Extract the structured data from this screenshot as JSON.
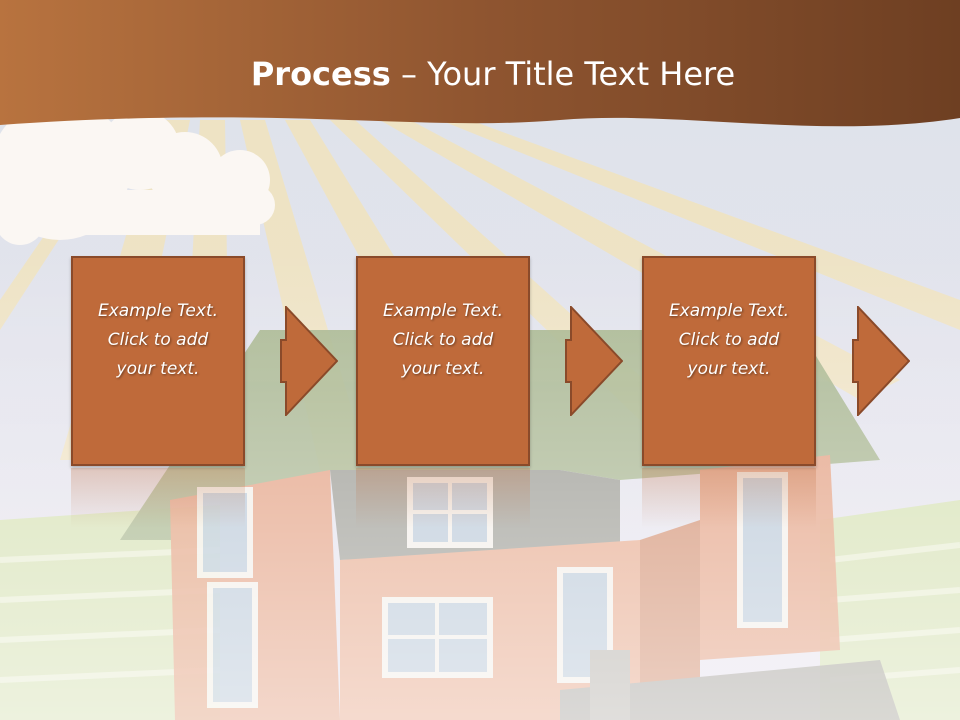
{
  "slide": {
    "title_bold": "Process",
    "title_rest": " – Your Title Text Here",
    "steps": [
      {
        "text": "Example Text.\nClick  to add\nyour text."
      },
      {
        "text": "Example Text.\nClick  to add\nyour text."
      },
      {
        "text": "Example Text.\nClick  to add\nyour text."
      }
    ]
  },
  "colors": {
    "header": "#8a4f2c",
    "box_fill": "#bf6a3a",
    "box_border": "#8a4a2a",
    "sky": "#dfe4ee",
    "grass": "#d6e3b5"
  },
  "icons": [
    "sun-rays",
    "cloud",
    "house-illustration",
    "arrow-right"
  ]
}
